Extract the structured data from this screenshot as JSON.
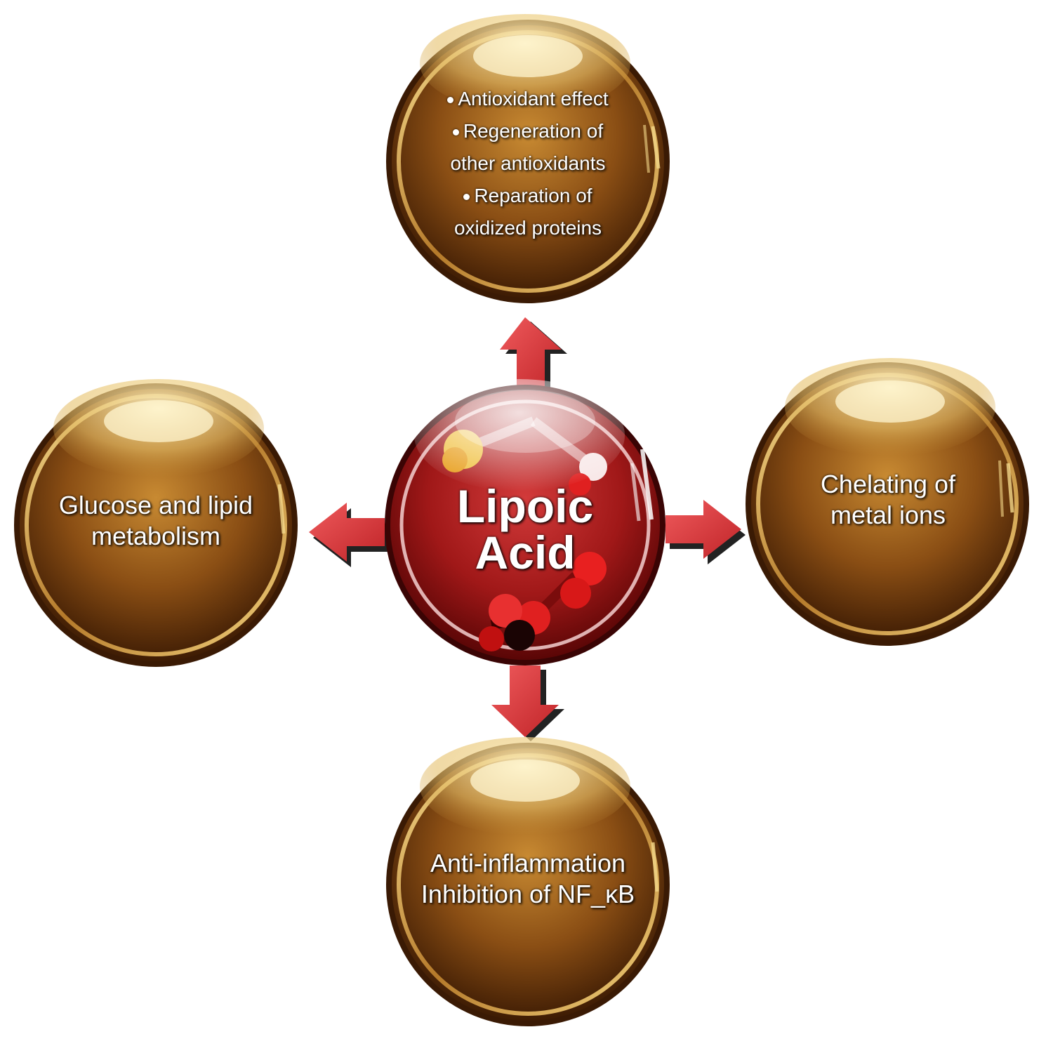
{
  "center": {
    "line1": "Lipoic",
    "line2": "Acid"
  },
  "top_node": {
    "items": [
      {
        "bullet": true,
        "text": "Antioxidant effect"
      },
      {
        "bullet": true,
        "text": "Regeneration of"
      },
      {
        "bullet": false,
        "text": "other antioxidants"
      },
      {
        "bullet": true,
        "text": "Reparation of"
      },
      {
        "bullet": false,
        "text": "oxidized proteins"
      }
    ]
  },
  "left_node": {
    "line1": "Glucose and lipid",
    "line2": "metabolism"
  },
  "right_node": {
    "line1": "Chelating of",
    "line2": "metal ions"
  },
  "bottom_node": {
    "line1": "Anti-inflammation",
    "line2": "Inhibition of NF_κB"
  },
  "colors": {
    "sphere_gold_light": "#e8c46a",
    "sphere_gold_mid": "#a0621c",
    "sphere_gold_dark": "#4a2406",
    "sphere_red_light": "#e44a4a",
    "sphere_red_dark": "#6e0a0a",
    "arrow_red": "#d9373b",
    "arrow_shadow": "#2a2a2a"
  }
}
